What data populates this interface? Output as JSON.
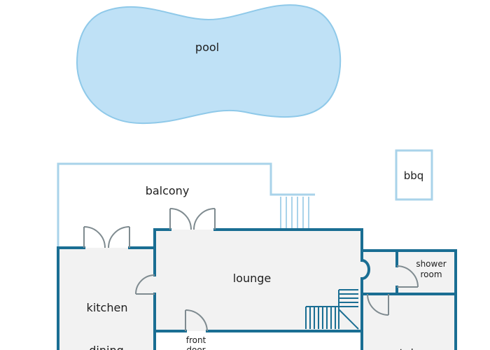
{
  "labels": {
    "pool": "pool",
    "bbq": "bbq",
    "balcony": "balcony",
    "lounge": "lounge",
    "kitchen": "kitchen",
    "dining": "dining",
    "shower_room_line1": "shower",
    "shower_room_line2": "room",
    "front_door_line1": "front",
    "front_door_line2": "door",
    "stairs_partial": "stairs"
  },
  "colors": {
    "wall": "#1a6e93",
    "outline_light": "#a9d3ea",
    "pool_fill": "#bfe1f6",
    "pool_stroke": "#8fc9e9",
    "floor": "#f2f2f2",
    "door_stroke": "#7f8b90",
    "text": "#1e1e1e"
  }
}
